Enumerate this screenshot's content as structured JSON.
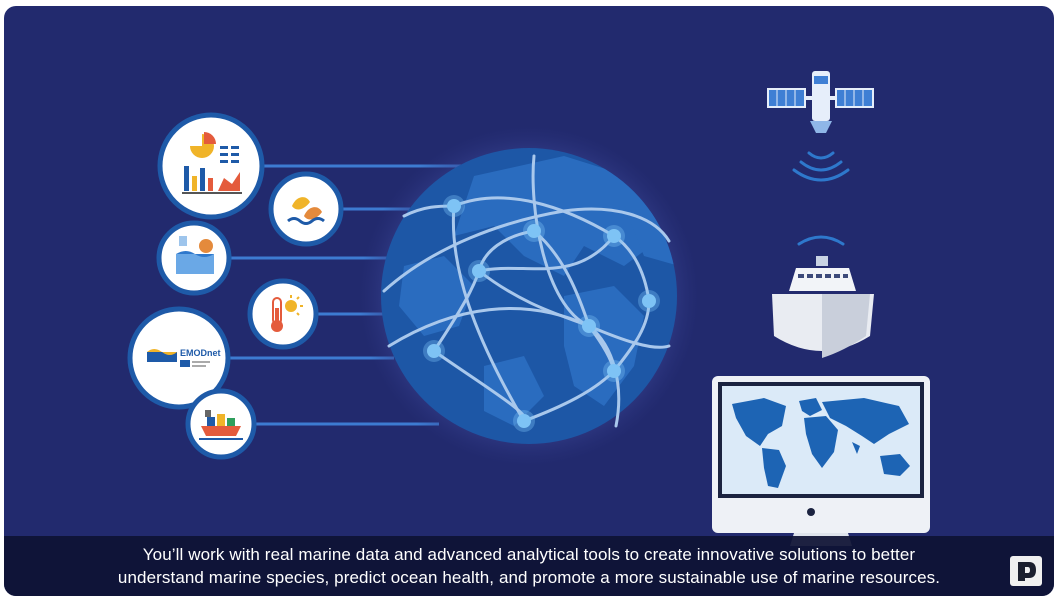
{
  "caption": {
    "line1": "You’ll work with real marine data and advanced analytical tools to create innovative solutions to better",
    "line2": "understand marine species, predict ocean health, and promote a more sustainable use of marine resources."
  },
  "data_sources": {
    "emodnet_label": "EMODnet"
  },
  "icons": {
    "channel_logo": "channel-logo-icon",
    "satellite": "satellite-icon",
    "ship": "ship-icon",
    "monitor": "monitor-icon",
    "globe": "globe-network-icon"
  },
  "colors": {
    "background": "#222a6e",
    "circle_border": "#1e5aa8",
    "connector": "#3d7bd1",
    "globe_ocean": "#1d57a6",
    "globe_land": "#2a6cbf",
    "node": "#7ec3f5",
    "map_land": "#1d64b4"
  }
}
